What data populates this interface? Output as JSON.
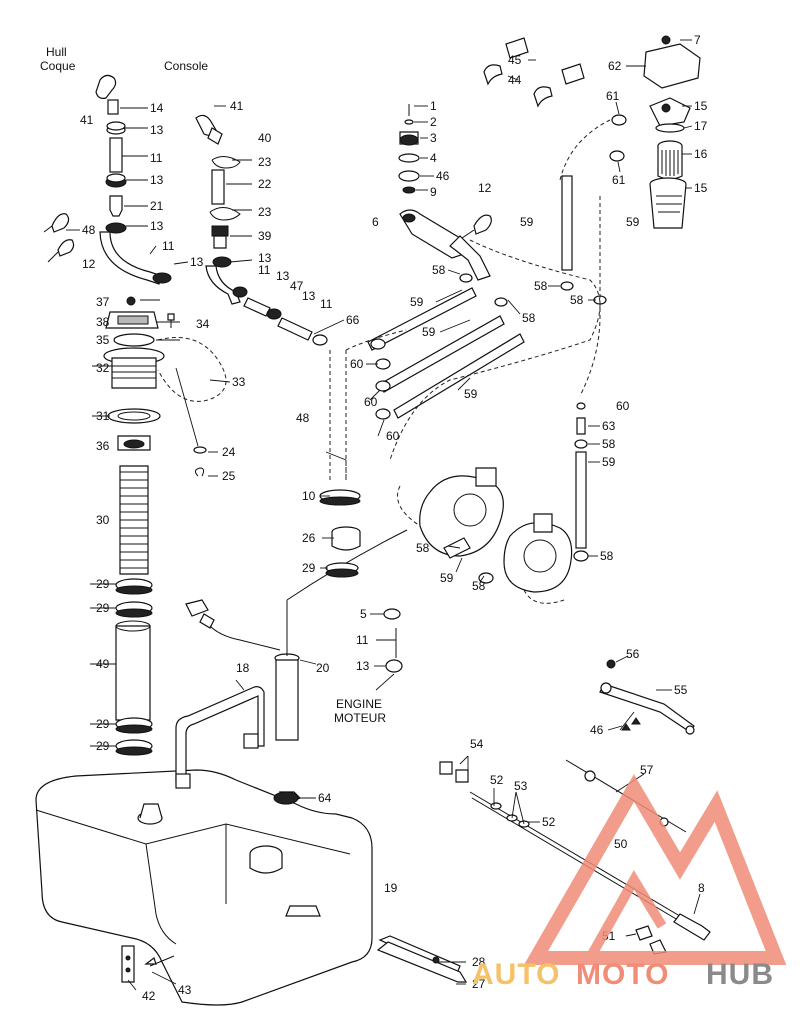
{
  "labels": {
    "hull": "Hull",
    "coque": "Coque",
    "console": "Console",
    "engine": "ENGINE",
    "moteur": "MOTEUR"
  },
  "callouts": {
    "n1": "1",
    "n2": "2",
    "n3": "3",
    "n4": "4",
    "n5": "5",
    "n6": "6",
    "n7": "7",
    "n8": "8",
    "n9": "9",
    "n10": "10",
    "n11": "11",
    "n12": "12",
    "n13": "13",
    "n14": "14",
    "n15": "15",
    "n16": "16",
    "n17": "17",
    "n18": "18",
    "n19": "19",
    "n20": "20",
    "n21": "21",
    "n22": "22",
    "n23": "23",
    "n24": "24",
    "n25": "25",
    "n26": "26",
    "n27": "27",
    "n28": "28",
    "n29": "29",
    "n30": "30",
    "n31": "31",
    "n32": "32",
    "n33": "33",
    "n34": "34",
    "n35": "35",
    "n36": "36",
    "n37": "37",
    "n38": "38",
    "n39": "39",
    "n40": "40",
    "n41": "41",
    "n42": "42",
    "n43": "43",
    "n44": "44",
    "n45": "45",
    "n46": "46",
    "n47": "47",
    "n48": "48",
    "n49": "49",
    "n50": "50",
    "n51": "51",
    "n52": "52",
    "n53": "53",
    "n54": "54",
    "n55": "55",
    "n56": "56",
    "n57": "57",
    "n58": "58",
    "n59": "59",
    "n60": "60",
    "n61": "61",
    "n62": "62",
    "n63": "63",
    "n64": "64",
    "n66": "66"
  },
  "watermark": {
    "part1": "AUTO",
    "part2": "MOTO",
    "part3": "HUB",
    "color_primary": "#f08c78",
    "color_secondary": "#f3c26b",
    "color_tertiary": "#8a8a8a"
  }
}
